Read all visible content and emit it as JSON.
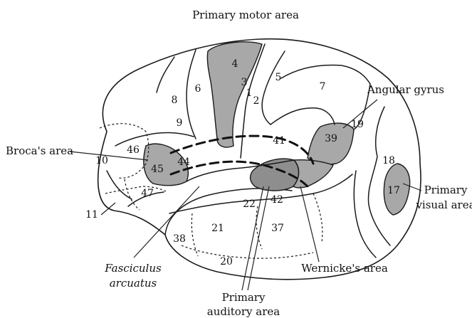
{
  "labels": {
    "primary_motor_area": "Primary motor area",
    "angular_gyrus": "Angular gyrus",
    "brocas_area": "Broca's area",
    "primary_visual_area_line1": "Primary",
    "primary_visual_area_line2": "visual area",
    "fasciculus_line1": "Fasciculus",
    "fasciculus_line2": "arcuatus",
    "wernickes_area": "Wernicke's area",
    "primary_auditory_line1": "Primary",
    "primary_auditory_line2": "auditory area"
  },
  "areas": {
    "a1": "1",
    "a2": "2",
    "a3": "3",
    "a4": "4",
    "a5": "5",
    "a6": "6",
    "a7": "7",
    "a8": "8",
    "a9": "9",
    "a10": "10",
    "a11": "11",
    "a17": "17",
    "a18": "18",
    "a19": "19",
    "a20": "20",
    "a21": "21",
    "a22": "22",
    "a37": "37",
    "a38": "38",
    "a39": "39",
    "a41": "41",
    "a42": "42",
    "a44": "44",
    "a45": "45",
    "a46": "46",
    "a47": "47"
  },
  "colors": {
    "highlight": "#a8a8a8",
    "highlight_dark": "#8e8e8e",
    "outline": "#1a1a1a",
    "background": "#ffffff"
  }
}
